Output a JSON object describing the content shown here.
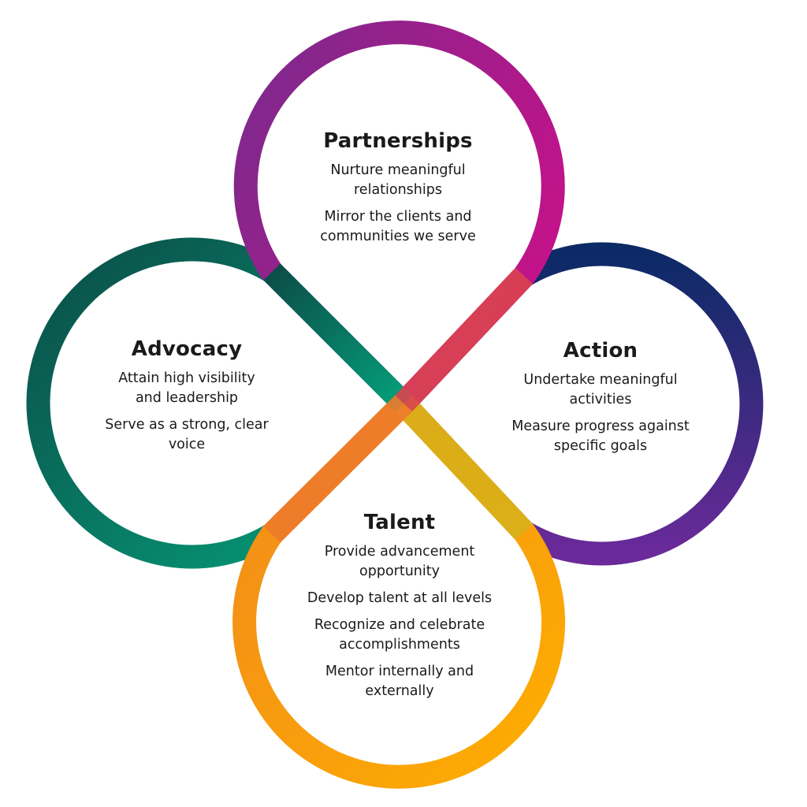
{
  "petals": {
    "partnerships": {
      "title": "Partnerships",
      "lines": [
        "Nurture meaningful relationships",
        "Mirror the clients and communities we serve"
      ]
    },
    "advocacy": {
      "title": "Advocacy",
      "lines": [
        "Attain high visibility and leadership",
        "Serve as a strong, clear voice"
      ]
    },
    "action": {
      "title": "Action",
      "lines": [
        "Undertake meaningful activities",
        "Measure progress against specific goals"
      ]
    },
    "talent": {
      "title": "Talent",
      "lines": [
        "Provide advancement opportunity",
        "Develop talent at all levels",
        "Recognize and celebrate accomplishments",
        "Mentor internally and externally"
      ]
    }
  },
  "colors": {
    "partnerships": [
      "#7a2a8c",
      "#c4128a"
    ],
    "advocacy": [
      "#0b4d48",
      "#05a07a"
    ],
    "action": [
      "#0c2a66",
      "#6a2a9a"
    ],
    "talent": [
      "#f08a1c",
      "#ffae00"
    ]
  }
}
